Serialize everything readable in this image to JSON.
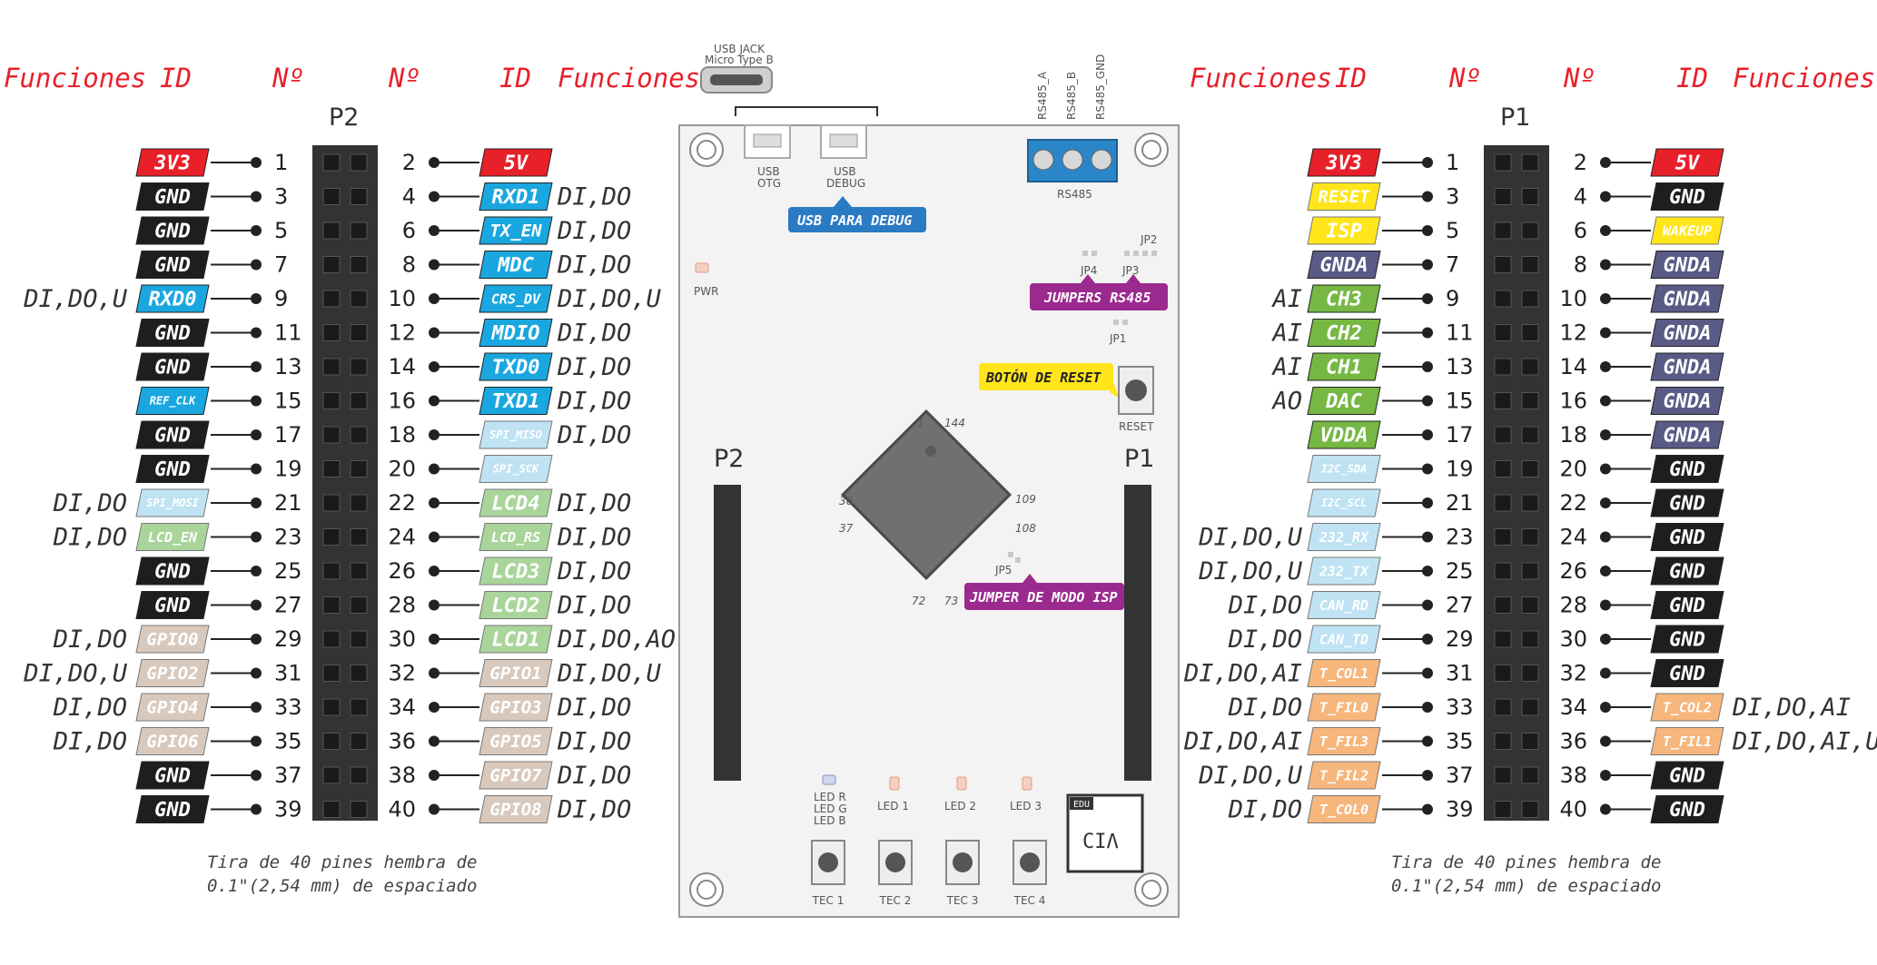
{
  "headers": {
    "funciones": "Funciones",
    "id": "ID",
    "num": "Nº"
  },
  "colors": {
    "red": "#e8202a",
    "black": "#1e1e1e",
    "blue": "#1aa7e0",
    "lightblue": "#bfe3f3",
    "green": "#a9d59a",
    "tan": "#d9c9bd",
    "yellow": "#ffe51a",
    "purple": "#595a86",
    "darkgreen": "#76b843",
    "orange": "#f6b67c",
    "callout_blue": "#2b7bc4",
    "callout_purple": "#9b2a8f",
    "callout_yellow": "#ffe51a"
  },
  "p2": {
    "title": "P2",
    "caption": [
      "Tira de 40 pines hembra de",
      "0.1\"(2,54 mm) de espaciado"
    ],
    "odd": [
      {
        "n": "1",
        "id": "3V3",
        "c": "red",
        "f": ""
      },
      {
        "n": "3",
        "id": "GND",
        "c": "black",
        "f": ""
      },
      {
        "n": "5",
        "id": "GND",
        "c": "black",
        "f": ""
      },
      {
        "n": "7",
        "id": "GND",
        "c": "black",
        "f": ""
      },
      {
        "n": "9",
        "id": "RXD0",
        "c": "blue",
        "f": "DI,DO,U"
      },
      {
        "n": "11",
        "id": "GND",
        "c": "black",
        "f": ""
      },
      {
        "n": "13",
        "id": "GND",
        "c": "black",
        "f": ""
      },
      {
        "n": "15",
        "id": "REF_CLK",
        "c": "blue",
        "f": ""
      },
      {
        "n": "17",
        "id": "GND",
        "c": "black",
        "f": ""
      },
      {
        "n": "19",
        "id": "GND",
        "c": "black",
        "f": ""
      },
      {
        "n": "21",
        "id": "SPI_MOSI",
        "c": "lightblue",
        "f": "DI,DO"
      },
      {
        "n": "23",
        "id": "LCD_EN",
        "c": "green",
        "f": "DI,DO"
      },
      {
        "n": "25",
        "id": "GND",
        "c": "black",
        "f": ""
      },
      {
        "n": "27",
        "id": "GND",
        "c": "black",
        "f": ""
      },
      {
        "n": "29",
        "id": "GPIO0",
        "c": "tan",
        "f": "DI,DO"
      },
      {
        "n": "31",
        "id": "GPIO2",
        "c": "tan",
        "f": "DI,DO,U"
      },
      {
        "n": "33",
        "id": "GPIO4",
        "c": "tan",
        "f": "DI,DO"
      },
      {
        "n": "35",
        "id": "GPIO6",
        "c": "tan",
        "f": "DI,DO"
      },
      {
        "n": "37",
        "id": "GND",
        "c": "black",
        "f": ""
      },
      {
        "n": "39",
        "id": "GND",
        "c": "black",
        "f": ""
      }
    ],
    "even": [
      {
        "n": "2",
        "id": "5V",
        "c": "red",
        "f": ""
      },
      {
        "n": "4",
        "id": "RXD1",
        "c": "blue",
        "f": "DI,DO"
      },
      {
        "n": "6",
        "id": "TX_EN",
        "c": "blue",
        "f": "DI,DO"
      },
      {
        "n": "8",
        "id": "MDC",
        "c": "blue",
        "f": "DI,DO"
      },
      {
        "n": "10",
        "id": "CRS_DV",
        "c": "blue",
        "f": "DI,DO,U"
      },
      {
        "n": "12",
        "id": "MDIO",
        "c": "blue",
        "f": "DI,DO"
      },
      {
        "n": "14",
        "id": "TXD0",
        "c": "blue",
        "f": "DI,DO"
      },
      {
        "n": "16",
        "id": "TXD1",
        "c": "blue",
        "f": "DI,DO"
      },
      {
        "n": "18",
        "id": "SPI_MISO",
        "c": "lightblue",
        "f": "DI,DO"
      },
      {
        "n": "20",
        "id": "SPI_SCK",
        "c": "lightblue",
        "f": ""
      },
      {
        "n": "22",
        "id": "LCD4",
        "c": "green",
        "f": "DI,DO"
      },
      {
        "n": "24",
        "id": "LCD_RS",
        "c": "green",
        "f": "DI,DO"
      },
      {
        "n": "26",
        "id": "LCD3",
        "c": "green",
        "f": "DI,DO"
      },
      {
        "n": "28",
        "id": "LCD2",
        "c": "green",
        "f": "DI,DO"
      },
      {
        "n": "30",
        "id": "LCD1",
        "c": "green",
        "f": "DI,DO,AO"
      },
      {
        "n": "32",
        "id": "GPIO1",
        "c": "tan",
        "f": "DI,DO,U"
      },
      {
        "n": "34",
        "id": "GPIO3",
        "c": "tan",
        "f": "DI,DO"
      },
      {
        "n": "36",
        "id": "GPIO5",
        "c": "tan",
        "f": "DI,DO"
      },
      {
        "n": "38",
        "id": "GPIO7",
        "c": "tan",
        "f": "DI,DO"
      },
      {
        "n": "40",
        "id": "GPIO8",
        "c": "tan",
        "f": "DI,DO"
      }
    ]
  },
  "p1": {
    "title": "P1",
    "caption": [
      "Tira de 40 pines hembra de",
      "0.1\"(2,54 mm) de espaciado"
    ],
    "odd": [
      {
        "n": "1",
        "id": "3V3",
        "c": "red",
        "f": ""
      },
      {
        "n": "3",
        "id": "RESET",
        "c": "yellow",
        "f": ""
      },
      {
        "n": "5",
        "id": "ISP",
        "c": "yellow",
        "f": ""
      },
      {
        "n": "7",
        "id": "GNDA",
        "c": "purple",
        "f": ""
      },
      {
        "n": "9",
        "id": "CH3",
        "c": "darkgreen",
        "f": "AI"
      },
      {
        "n": "11",
        "id": "CH2",
        "c": "darkgreen",
        "f": "AI"
      },
      {
        "n": "13",
        "id": "CH1",
        "c": "darkgreen",
        "f": "AI"
      },
      {
        "n": "15",
        "id": "DAC",
        "c": "darkgreen",
        "f": "AO"
      },
      {
        "n": "17",
        "id": "VDDA",
        "c": "darkgreen",
        "f": ""
      },
      {
        "n": "19",
        "id": "I2C_SDA",
        "c": "lightblue",
        "f": ""
      },
      {
        "n": "21",
        "id": "I2C_SCL",
        "c": "lightblue",
        "f": ""
      },
      {
        "n": "23",
        "id": "232_RX",
        "c": "lightblue",
        "f": "DI,DO,U"
      },
      {
        "n": "25",
        "id": "232_TX",
        "c": "lightblue",
        "f": "DI,DO,U"
      },
      {
        "n": "27",
        "id": "CAN_RD",
        "c": "lightblue",
        "f": "DI,DO"
      },
      {
        "n": "29",
        "id": "CAN_TD",
        "c": "lightblue",
        "f": "DI,DO"
      },
      {
        "n": "31",
        "id": "T_COL1",
        "c": "orange",
        "f": "DI,DO,AI"
      },
      {
        "n": "33",
        "id": "T_FIL0",
        "c": "orange",
        "f": "DI,DO"
      },
      {
        "n": "35",
        "id": "T_FIL3",
        "c": "orange",
        "f": "DI,DO,AI"
      },
      {
        "n": "37",
        "id": "T_FIL2",
        "c": "orange",
        "f": "DI,DO,U"
      },
      {
        "n": "39",
        "id": "T_COL0",
        "c": "orange",
        "f": "DI,DO"
      }
    ],
    "even": [
      {
        "n": "2",
        "id": "5V",
        "c": "red",
        "f": ""
      },
      {
        "n": "4",
        "id": "GND",
        "c": "black",
        "f": ""
      },
      {
        "n": "6",
        "id": "WAKEUP",
        "c": "yellow",
        "f": ""
      },
      {
        "n": "8",
        "id": "GNDA",
        "c": "purple",
        "f": ""
      },
      {
        "n": "10",
        "id": "GNDA",
        "c": "purple",
        "f": ""
      },
      {
        "n": "12",
        "id": "GNDA",
        "c": "purple",
        "f": ""
      },
      {
        "n": "14",
        "id": "GNDA",
        "c": "purple",
        "f": ""
      },
      {
        "n": "16",
        "id": "GNDA",
        "c": "purple",
        "f": ""
      },
      {
        "n": "18",
        "id": "GNDA",
        "c": "purple",
        "f": ""
      },
      {
        "n": "20",
        "id": "GND",
        "c": "black",
        "f": ""
      },
      {
        "n": "22",
        "id": "GND",
        "c": "black",
        "f": ""
      },
      {
        "n": "24",
        "id": "GND",
        "c": "black",
        "f": ""
      },
      {
        "n": "26",
        "id": "GND",
        "c": "black",
        "f": ""
      },
      {
        "n": "28",
        "id": "GND",
        "c": "black",
        "f": ""
      },
      {
        "n": "30",
        "id": "GND",
        "c": "black",
        "f": ""
      },
      {
        "n": "32",
        "id": "GND",
        "c": "black",
        "f": ""
      },
      {
        "n": "34",
        "id": "T_COL2",
        "c": "orange",
        "f": "DI,DO,AI"
      },
      {
        "n": "36",
        "id": "T_FIL1",
        "c": "orange",
        "f": "DI,DO,AI,U"
      },
      {
        "n": "38",
        "id": "GND",
        "c": "black",
        "f": ""
      },
      {
        "n": "40",
        "id": "GND",
        "c": "black",
        "f": ""
      }
    ]
  },
  "board": {
    "usb_jack": [
      "USB JACK",
      "Micro Type B"
    ],
    "usb_otg": [
      "USB",
      "OTG"
    ],
    "usb_debug": [
      "USB",
      "DEBUG"
    ],
    "callout_usb": "USB PARA DEBUG",
    "rs485_labels": [
      "RS485_A",
      "RS485_B",
      "RS485_GND"
    ],
    "rs485": "RS485",
    "pwr": "PWR",
    "jp1": "JP1",
    "jp2": "JP2",
    "jp3": "JP3",
    "jp4": "JP4",
    "jp5": "JP5",
    "callout_jumpers": "JUMPERS RS485",
    "callout_reset": "BOTÓN DE RESET",
    "reset": "RESET",
    "callout_isp": "JUMPER DE MODO ISP",
    "chip_pins": [
      "1",
      "144",
      "36",
      "109",
      "37",
      "108",
      "72",
      "73"
    ],
    "p2": "P2",
    "p1": "P1",
    "leds": [
      "LED R",
      "LED G",
      "LED B"
    ],
    "led1": "LED 1",
    "led2": "LED 2",
    "led3": "LED 3",
    "tecs": [
      "TEC 1",
      "TEC 2",
      "TEC 3",
      "TEC 4"
    ],
    "edu": "EDU",
    "ciaa": "CIΛ"
  }
}
